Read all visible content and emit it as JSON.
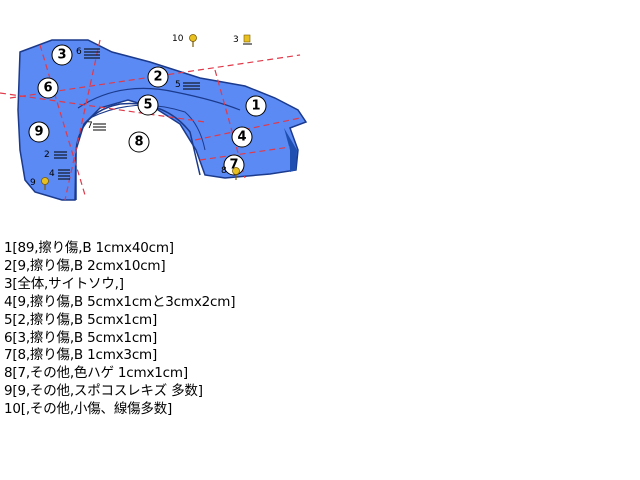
{
  "colors": {
    "panel_fill": "#5b8af5",
    "panel_outline": "#1b3a8c",
    "dash_line": "#e03a4a",
    "marker_fill": "#ffffff",
    "pin_yellow": "#e8c020"
  },
  "markers": [
    {
      "label": "1",
      "icon": "circle"
    },
    {
      "label": "2",
      "icon": "circle"
    },
    {
      "label": "3",
      "icon": "circle"
    },
    {
      "label": "4",
      "icon": "circle"
    },
    {
      "label": "5",
      "icon": "circle"
    },
    {
      "label": "6",
      "icon": "circle"
    },
    {
      "label": "7",
      "icon": "circle"
    },
    {
      "label": "8",
      "icon": "circle"
    },
    {
      "label": "9",
      "icon": "circle"
    }
  ],
  "small_tags": [
    {
      "label": "10",
      "icon": "pin-icon"
    },
    {
      "label": "3",
      "icon": "marker-icon"
    },
    {
      "label": "6",
      "icon": "scratch-lines-icon"
    },
    {
      "label": "5",
      "icon": "scratch-lines-icon"
    },
    {
      "label": "7",
      "icon": "scratch-lines-icon"
    },
    {
      "label": "2",
      "icon": "scratch-lines-icon"
    },
    {
      "label": "4",
      "icon": "scratch-lines-icon"
    },
    {
      "label": "9",
      "icon": "pin-icon"
    },
    {
      "label": "8",
      "icon": "pin-icon"
    }
  ],
  "notes": [
    "1[89,擦り傷,B 1cmx40cm]",
    "2[9,擦り傷,B 2cmx10cm]",
    "3[全体,サイトソウ,]",
    "4[9,擦り傷,B  5cmx1cmと3cmx2cm]",
    "5[2,擦り傷,B 5cmx1cm]",
    "6[3,擦り傷,B 5cmx1cm]",
    "7[8,擦り傷,B 1cmx3cm]",
    "8[7,その他,色ハゲ 1cmx1cm]",
    "9[9,その他,スポコスレキズ 多数]",
    "10[,その他,小傷、線傷多数]"
  ]
}
